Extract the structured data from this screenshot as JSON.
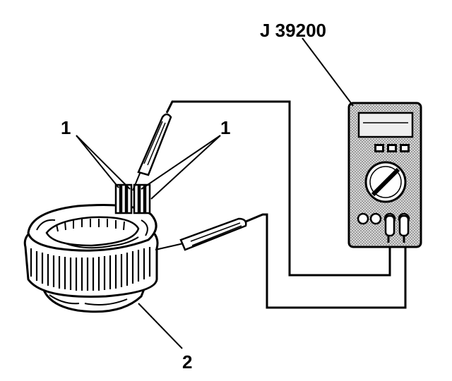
{
  "figure": {
    "tool_label": "J 39200",
    "callouts": [
      {
        "id": "1",
        "text": "1"
      },
      {
        "id": "1b",
        "text": "1"
      },
      {
        "id": "2",
        "text": "2"
      }
    ]
  },
  "colors": {
    "ink": "#000000",
    "meter_body": "#cfcfcf",
    "paper": "#ffffff"
  },
  "icons": [
    "stator-assembly",
    "stator-lead-terminals",
    "test-probe",
    "digital-multimeter",
    "test-lead-wire"
  ]
}
